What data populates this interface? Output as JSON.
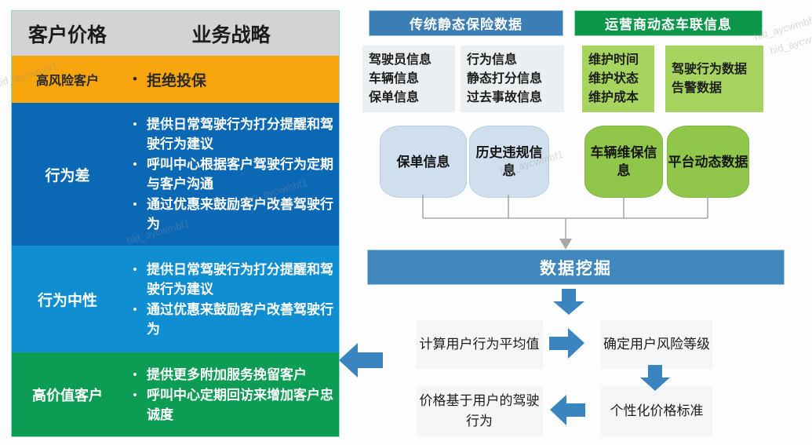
{
  "strategy_table": {
    "headers": [
      "客户价格",
      "业务战略"
    ],
    "rows": [
      {
        "category": "高风险客户",
        "bullets": [
          "拒绝投保"
        ],
        "color": "#f6a50d"
      },
      {
        "category": "行为差",
        "bullets": [
          "提供日常驾驶行为打分提醒和驾驶行为建议",
          "呼叫中心根据客户驾驶行为定期与客户沟通",
          "通过优惠来鼓励客户改善驾驶行为"
        ],
        "color": "#0b68b4"
      },
      {
        "category": "行为中性",
        "bullets": [
          "提供日常驾驶行为打分提醒和驾驶行为建议",
          "通过优惠来鼓励客户改善驾驶行为"
        ],
        "color": "#0f8ed1"
      },
      {
        "category": "高价值客户",
        "bullets": [
          "提供更多附加服务挽留客户",
          "呼叫中心定期回访来增加客户忠诚度"
        ],
        "color": "#0d9c53"
      }
    ],
    "bullet_glyph": "•",
    "header_bg": "#d3d3d3"
  },
  "pipeline": {
    "sources": [
      {
        "title": "传统静态保险数据",
        "color": "#3b7db5"
      },
      {
        "title": "运营商动态车联信息",
        "color": "#0c9649"
      }
    ],
    "info_boxes": [
      {
        "lines": [
          "驾驶员信息",
          "车辆信息",
          "保单信息"
        ],
        "color": "#eceff1"
      },
      {
        "lines": [
          "行为信息",
          "静态打分信息",
          "过去事故信息"
        ],
        "color": "#eceff1"
      },
      {
        "lines": [
          "维护时间",
          "维护状态",
          "维护成本"
        ],
        "color": "#a7d45e"
      },
      {
        "lines": [
          "驾驶行为数据",
          "告警数据"
        ],
        "color": "#a7d45e"
      }
    ],
    "databases": [
      {
        "label": "保单信息",
        "color": "#cfdfee"
      },
      {
        "label": "历史违规信息",
        "color": "#cfdfee"
      },
      {
        "label": "车辆维保信息",
        "color": "#90c74a"
      },
      {
        "label": "平台动态数据",
        "color": "#90c74a"
      }
    ],
    "mining": {
      "label": "数据挖掘",
      "color": "#3f87bd"
    },
    "steps": [
      {
        "label": "计算用户行为平均值"
      },
      {
        "label": "确定用户风险等级"
      },
      {
        "label": "价格基于用户的驾驶行为"
      },
      {
        "label": "个性化价格标准"
      }
    ],
    "arrow_color": "#3a85bf"
  },
  "watermarks": [
    "hid_aycwmbf1",
    "hid_aycwmbf1",
    "hid_aycwmbf1",
    "hid_aycwmbf1",
    "hid_aycwmbf1",
    "hid_aycwmbf1"
  ]
}
